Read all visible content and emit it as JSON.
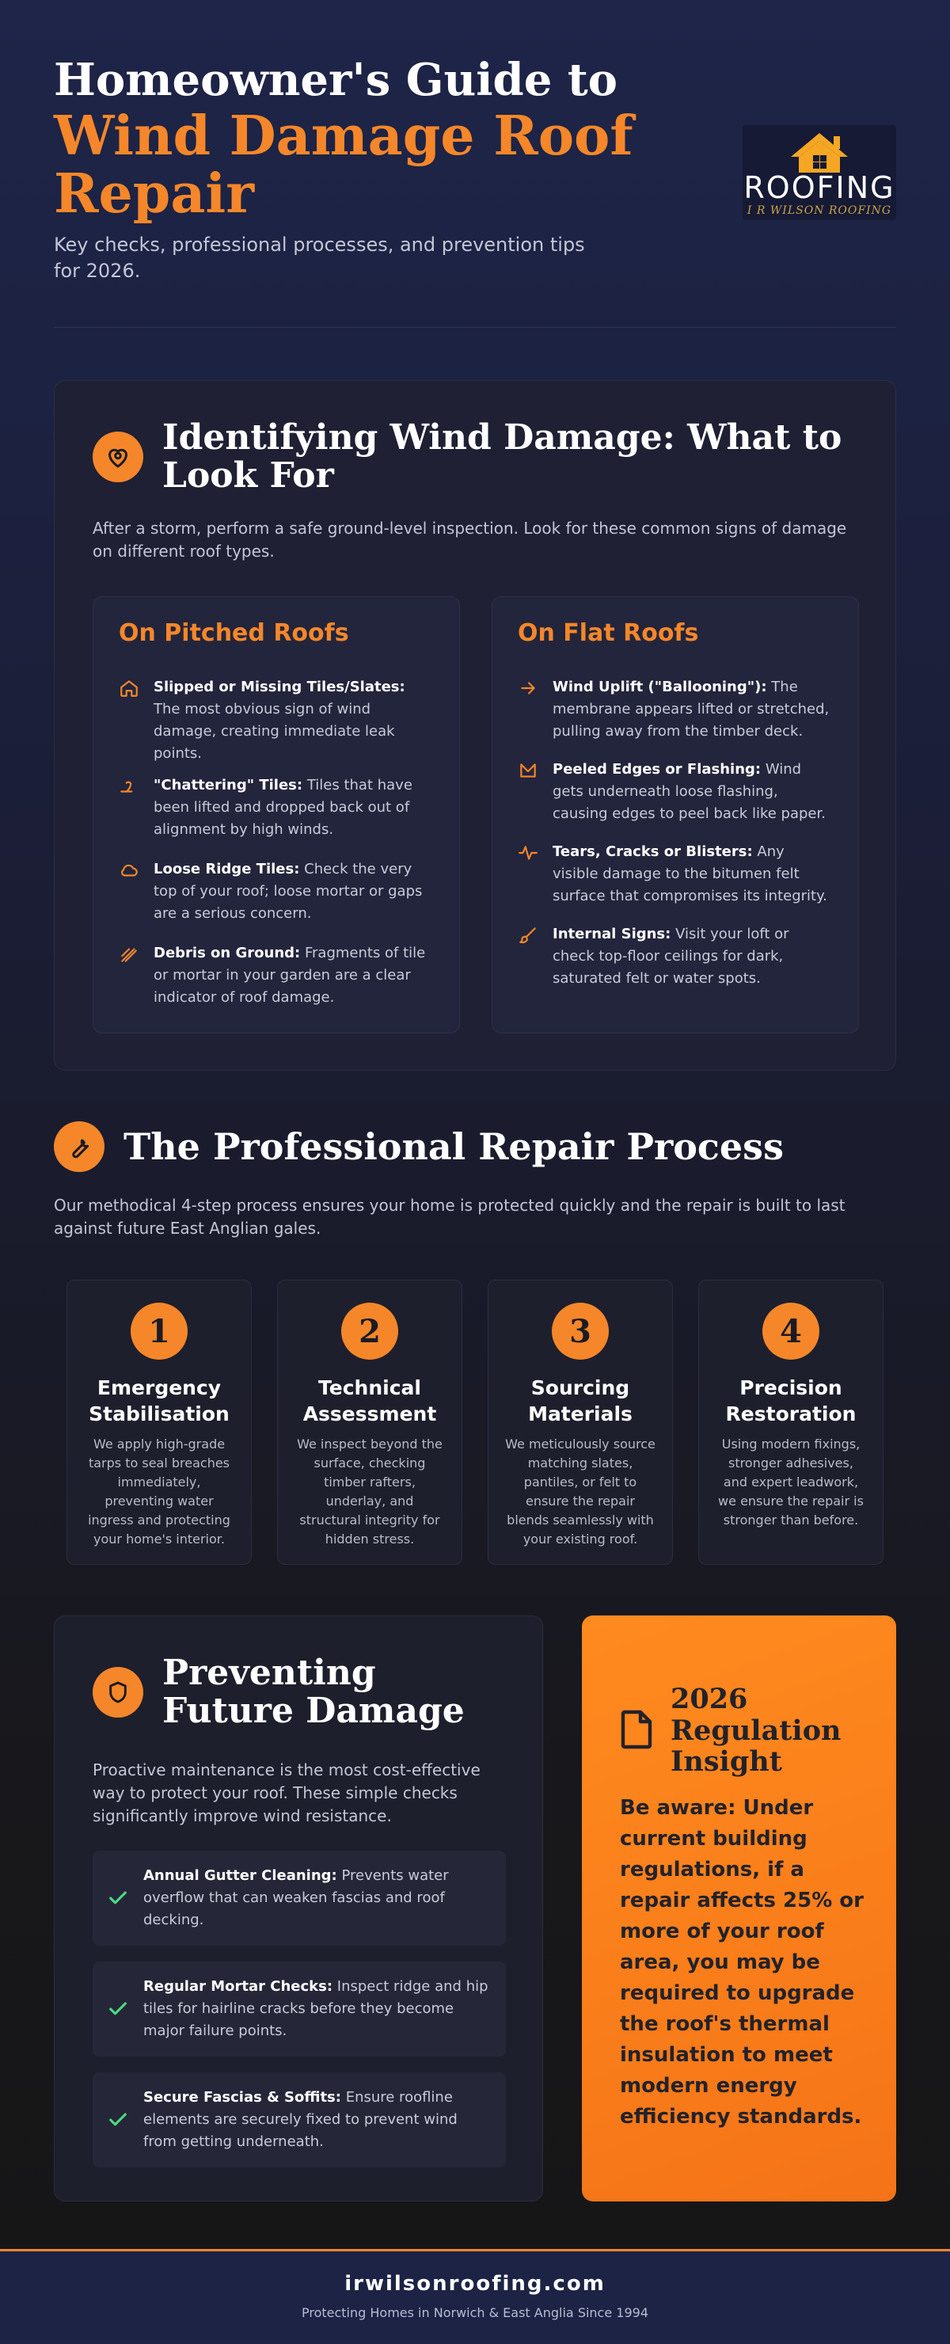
{
  "header": {
    "title_line1": "Homeowner's Guide to",
    "title_line2": "Wind Damage Roof Repair",
    "subtitle": "Key checks, professional processes, and prevention tips for 2026.",
    "logo_word": "ROOFING",
    "logo_sub": "I R WILSON ROOFING"
  },
  "identify": {
    "title": "Identifying Wind Damage: What to Look For",
    "intro": "After a storm, perform a safe ground-level inspection. Look for these common signs of damage on different roof types.",
    "pitched": {
      "title": "On Pitched Roofs",
      "items": [
        {
          "icon": "house-icon",
          "bold": "Slipped or Missing Tiles/Slates:",
          "text": " The most obvious sign of wind damage, creating immediate leak points."
        },
        {
          "icon": "wind-icon",
          "bold": "\"Chattering\" Tiles:",
          "text": " Tiles that have been lifted and dropped back out of alignment by high winds."
        },
        {
          "icon": "cloud-icon",
          "bold": "Loose Ridge Tiles:",
          "text": " Check the very top of your roof; loose mortar or gaps are a serious concern."
        },
        {
          "icon": "debris-icon",
          "bold": "Debris on Ground:",
          "text": " Fragments of tile or mortar in your garden are a clear indicator of roof damage."
        }
      ]
    },
    "flat": {
      "title": "On Flat Roofs",
      "items": [
        {
          "icon": "arrow-right-icon",
          "bold": "Wind Uplift (\"Ballooning\"):",
          "text": " The membrane appears lifted or stretched, pulling away from the timber deck."
        },
        {
          "icon": "envelope-icon",
          "bold": "Peeled Edges or Flashing:",
          "text": " Wind gets underneath loose flashing, causing edges to peel back like paper."
        },
        {
          "icon": "pulse-icon",
          "bold": "Tears, Cracks or Blisters:",
          "text": " Any visible damage to the bitumen felt surface that compromises its integrity."
        },
        {
          "icon": "brush-icon",
          "bold": "Internal Signs:",
          "text": " Visit your loft or check top-floor ceilings for dark, saturated felt or water spots."
        }
      ]
    }
  },
  "process": {
    "title": "The Professional Repair Process",
    "intro": "Our methodical 4-step process ensures your home is protected quickly and the repair is built to last against future East Anglian gales.",
    "steps": [
      {
        "num": "1",
        "title": "Emergency Stabilisation",
        "desc": "We apply high-grade tarps to seal breaches immediately, preventing water ingress and protecting your home's interior."
      },
      {
        "num": "2",
        "title": "Technical Assessment",
        "desc": "We inspect beyond the surface, checking timber rafters, underlay, and structural integrity for hidden stress."
      },
      {
        "num": "3",
        "title": "Sourcing Materials",
        "desc": "We meticulously source matching slates, pantiles, or felt to ensure the repair blends seamlessly with your existing roof."
      },
      {
        "num": "4",
        "title": "Precision Restoration",
        "desc": "Using modern fixings, stronger adhesives, and expert leadwork, we ensure the repair is stronger than before."
      }
    ]
  },
  "prevent": {
    "title": "Preventing Future Damage",
    "intro": "Proactive maintenance is the most cost-effective way to protect your roof. These simple checks significantly improve wind resistance.",
    "items": [
      {
        "bold": "Annual Gutter Cleaning:",
        "text": " Prevents water overflow that can weaken fascias and roof decking."
      },
      {
        "bold": "Regular Mortar Checks:",
        "text": " Inspect ridge and hip tiles for hairline cracks before they become major failure points."
      },
      {
        "bold": "Secure Fascias & Soffits:",
        "text": " Ensure roofline elements are securely fixed to prevent wind from getting underneath."
      }
    ]
  },
  "regulation": {
    "title": "2026 Regulation Insight",
    "text": "Be aware: Under current building regulations, if a repair affects 25% or more of your roof area, you may be required to upgrade the roof's thermal insulation to meet modern energy efficiency standards."
  },
  "footer": {
    "url": "irwilsonroofing.com",
    "tagline": "Protecting Homes in Norwich & East Anglia Since 1994"
  },
  "colors": {
    "accent": "#f5872a",
    "check": "#4ade80",
    "footer_bg": "#1c2345"
  }
}
